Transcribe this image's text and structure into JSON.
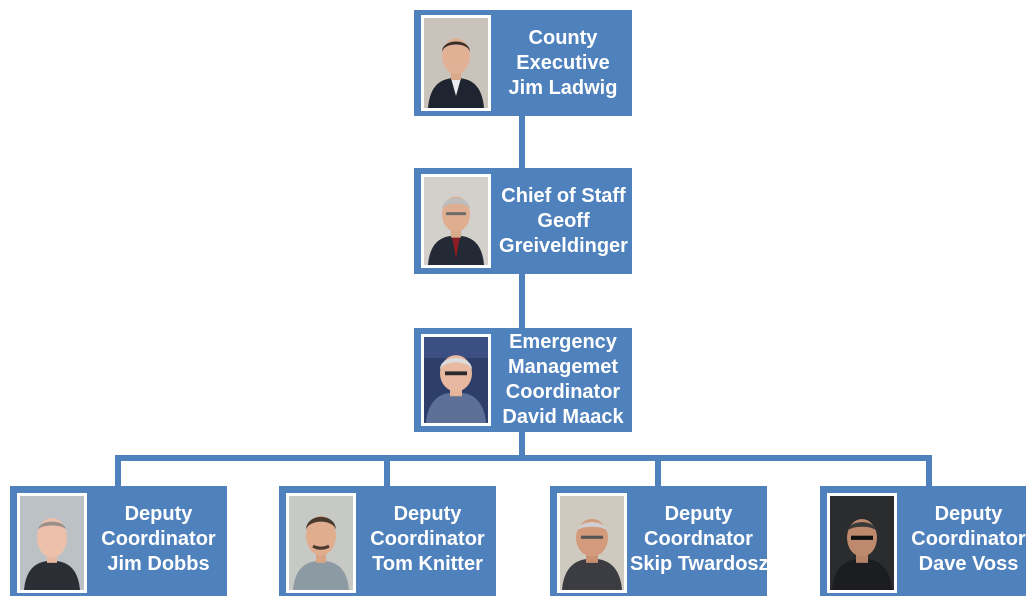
{
  "org_chart": {
    "colors": {
      "box_fill": "#4f81bd",
      "text": "#ffffff",
      "connector": "#4f81bd"
    },
    "nodes": {
      "county_executive": {
        "lines": [
          "County",
          "Executive",
          "Jim Ladwig"
        ],
        "photo_icon": "person-portrait-icon"
      },
      "chief_of_staff": {
        "lines": [
          "Chief of Staff",
          "Geoff",
          "Greiveldinger"
        ],
        "photo_icon": "person-portrait-icon"
      },
      "em_coordinator": {
        "lines": [
          "Emergency",
          "Managemet",
          "Coordinator",
          "David Maack"
        ],
        "photo_icon": "person-portrait-icon"
      },
      "deputies": [
        {
          "lines": [
            "Deputy",
            "Coordinator",
            "Jim Dobbs"
          ],
          "photo_icon": "person-portrait-icon"
        },
        {
          "lines": [
            "Deputy",
            "Coordinator",
            "Tom Knitter"
          ],
          "photo_icon": "person-portrait-icon"
        },
        {
          "lines": [
            "Deputy",
            "Coordnator",
            "Skip Twardosz"
          ],
          "photo_icon": "person-portrait-icon"
        },
        {
          "lines": [
            "Deputy",
            "Coordinator",
            "Dave Voss"
          ],
          "photo_icon": "person-portrait-icon"
        }
      ]
    }
  }
}
